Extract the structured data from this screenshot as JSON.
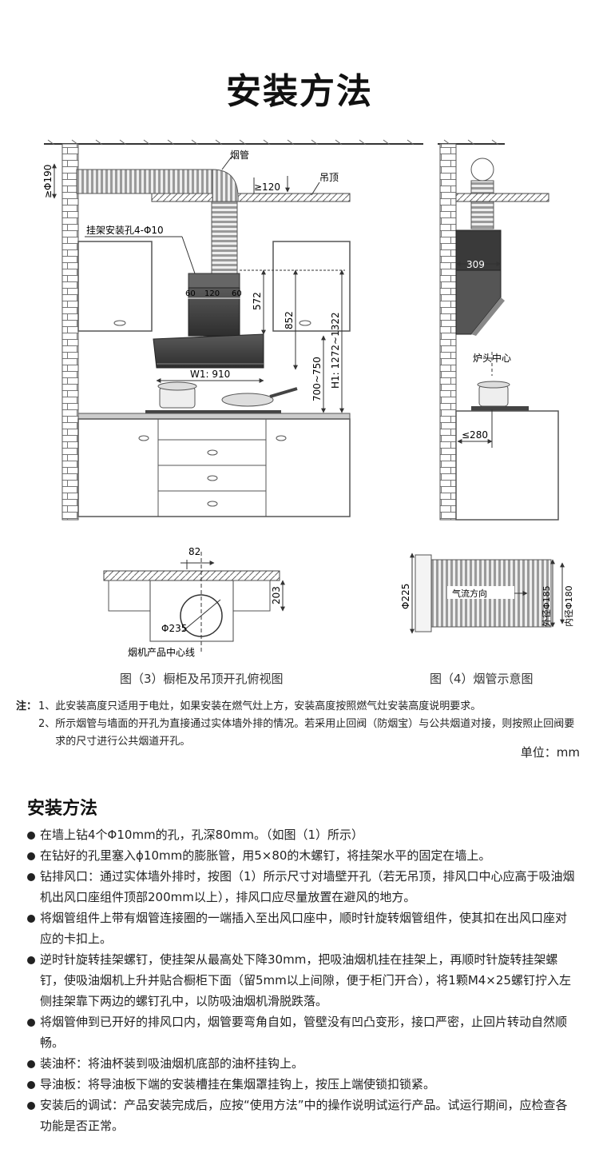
{
  "title": "安装方法",
  "diagram": {
    "labels": {
      "flue_pipe": "烟管",
      "phi190": "≥Φ190",
      "ge120": "≥120",
      "ceiling": "吊顶",
      "bracket_holes": "挂架安装孔4-Φ10",
      "d60a": "60",
      "d120": "120",
      "d60b": "60",
      "d572": "572",
      "d852": "852",
      "h1": "H1: 1272~1322",
      "d700_750": "700~750",
      "w1": "W1: 910",
      "d309": "309",
      "burner_center": "炉头中心",
      "le280": "≤280",
      "d82": "82",
      "d203": "203",
      "phi235": "Φ235",
      "center_line": "烟机产品中心线",
      "phi225": "Φ225",
      "airflow": "气流方向",
      "outer_dia": "外径Φ185",
      "inner_dia": "内径Φ180"
    }
  },
  "captions": {
    "fig3": "图（3）橱柜及吊顶开孔俯视图",
    "fig4": "图（4）烟管示意图"
  },
  "notes": {
    "lead": "注：",
    "items": [
      {
        "num": "1、",
        "text": "此安装高度只适用于电灶，如果安装在燃气灶上方，安装高度按照燃气灶安装高度说明要求。"
      },
      {
        "num": "2、",
        "text": "所示烟管与墙面的开孔为直接通过实体墙外排的情况。若采用止回阀（防烟宝）与公共烟道对接，则按照止回阀要求的尺寸进行公共烟道开孔。"
      }
    ],
    "unit": "单位：mm"
  },
  "section_title": "安装方法",
  "steps": [
    "在墙上钻4个Φ10mm的孔，孔深80mm。（如图（1）所示）",
    "在钻好的孔里塞入ϕ10mm的膨胀管，用5×80的木螺钉，将挂架水平的固定在墙上。",
    "钻排风口：通过实体墙外排时，按图（1）所示尺寸对墙壁开孔（若无吊顶，排风口中心应高于吸油烟机出风口座组件顶部200mm以上），排风口应尽量放置在避风的地方。",
    "将烟管组件上带有烟管连接圈的一端插入至出风口座中，顺时针旋转烟管组件，使其扣在出风口座对应的卡扣上。",
    "逆时针旋转挂架螺钉，使挂架从最高处下降30mm，把吸油烟机挂在挂架上，再顺时针旋转挂架螺钉，使吸油烟机上升并贴合橱柜下面（留5mm以上间隙，便于柜门开合），将1颗M4×25螺钉拧入左侧挂架靠下两边的螺钉孔中，以防吸油烟机滑脱跌落。",
    "将烟管伸到已开好的排风口内，烟管要弯角自如，管壁没有凹凸变形，接口严密，止回片转动自然顺畅。",
    "装油杯：将油杯装到吸油烟机底部的油杯挂钩上。",
    "导油板：将导油板下端的安装槽挂在集烟罩挂钩上，按压上端使锁扣锁紧。",
    "安装后的调试：产品安装完成后，应按“使用方法”中的操作说明试运行产品。试运行期间，应检查各功能是否正常。"
  ]
}
